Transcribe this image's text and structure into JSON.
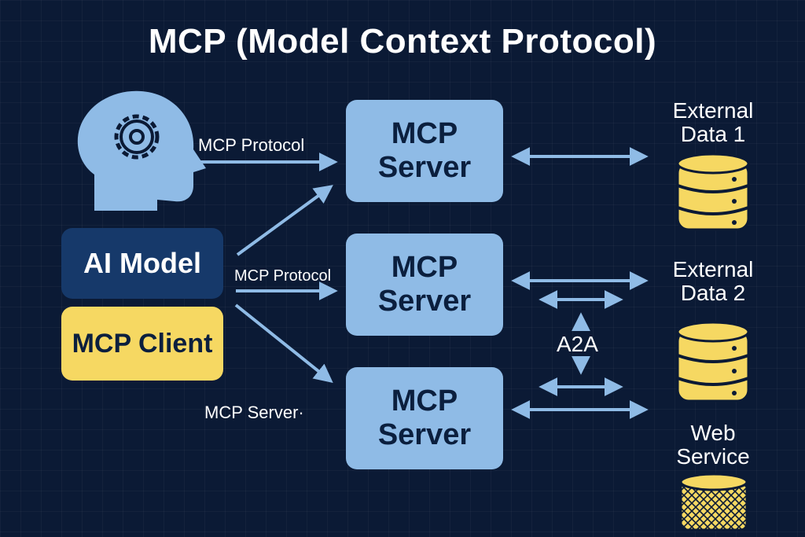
{
  "title": "MCP (Model Context Protocol)",
  "colors": {
    "background": "#0b1a35",
    "server_box": "#8fbbe6",
    "ai_model_box": "#16396a",
    "client_box": "#f6d862",
    "arrow": "#8fbbe6",
    "database": "#f6d862"
  },
  "icons": {
    "head": "head-with-gear-icon",
    "database": "database-icon",
    "web_service": "web-service-cylinder-icon"
  },
  "left": {
    "ai_model": "AI Model",
    "mcp_client": "MCP Client"
  },
  "labels": {
    "protocol_top": "MCP Protocol",
    "protocol_middle": "MCP Protocol",
    "server_bottom": "MCP Server·",
    "a2a": "A2A"
  },
  "servers": [
    {
      "label": "MCP Server"
    },
    {
      "label": "MCP Server"
    },
    {
      "label": "MCP Server"
    }
  ],
  "resources": [
    {
      "label": "External Data 1"
    },
    {
      "label": "External Data 2"
    },
    {
      "label": "Web Service"
    }
  ]
}
